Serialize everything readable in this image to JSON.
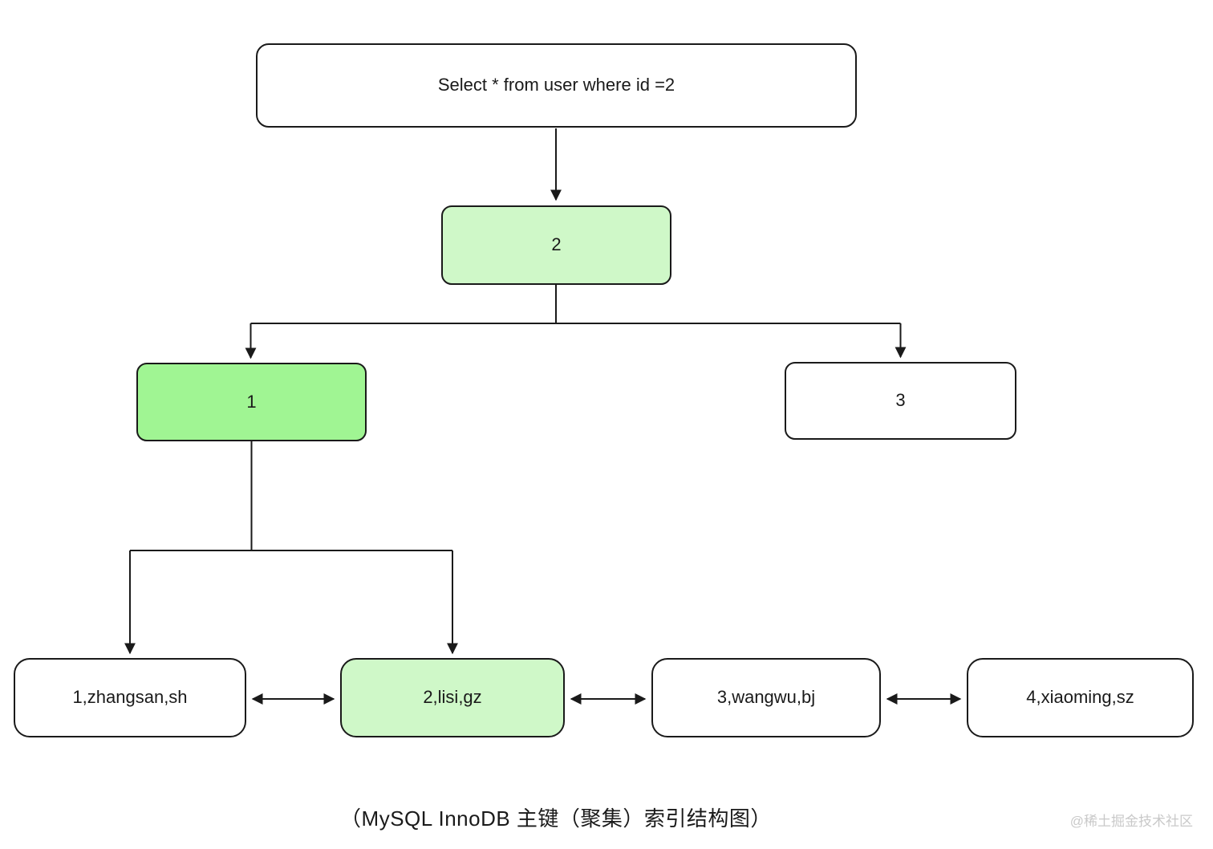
{
  "diagram": {
    "query_box": "Select * from user where id =2",
    "index_nodes": {
      "root": "2",
      "left_child": "1",
      "right_child": "3"
    },
    "leaf_rows": [
      "1,zhangsan,sh",
      "2,lisi,gz",
      "3,wangwu,bj",
      "4,xiaoming,sz"
    ],
    "highlighted_search_path": [
      "2",
      "1",
      "2,lisi,gz"
    ]
  },
  "caption": "（MySQL InnoDB 主键（聚集）索引结构图）",
  "watermark": "@稀土掘金技术社区",
  "colors": {
    "search_path_strong": "#a0f593",
    "search_path_light": "#cff8c8",
    "plain_node": "#ffffff",
    "line": "#1a1a1a",
    "watermark_text": "#c9c9c9"
  }
}
